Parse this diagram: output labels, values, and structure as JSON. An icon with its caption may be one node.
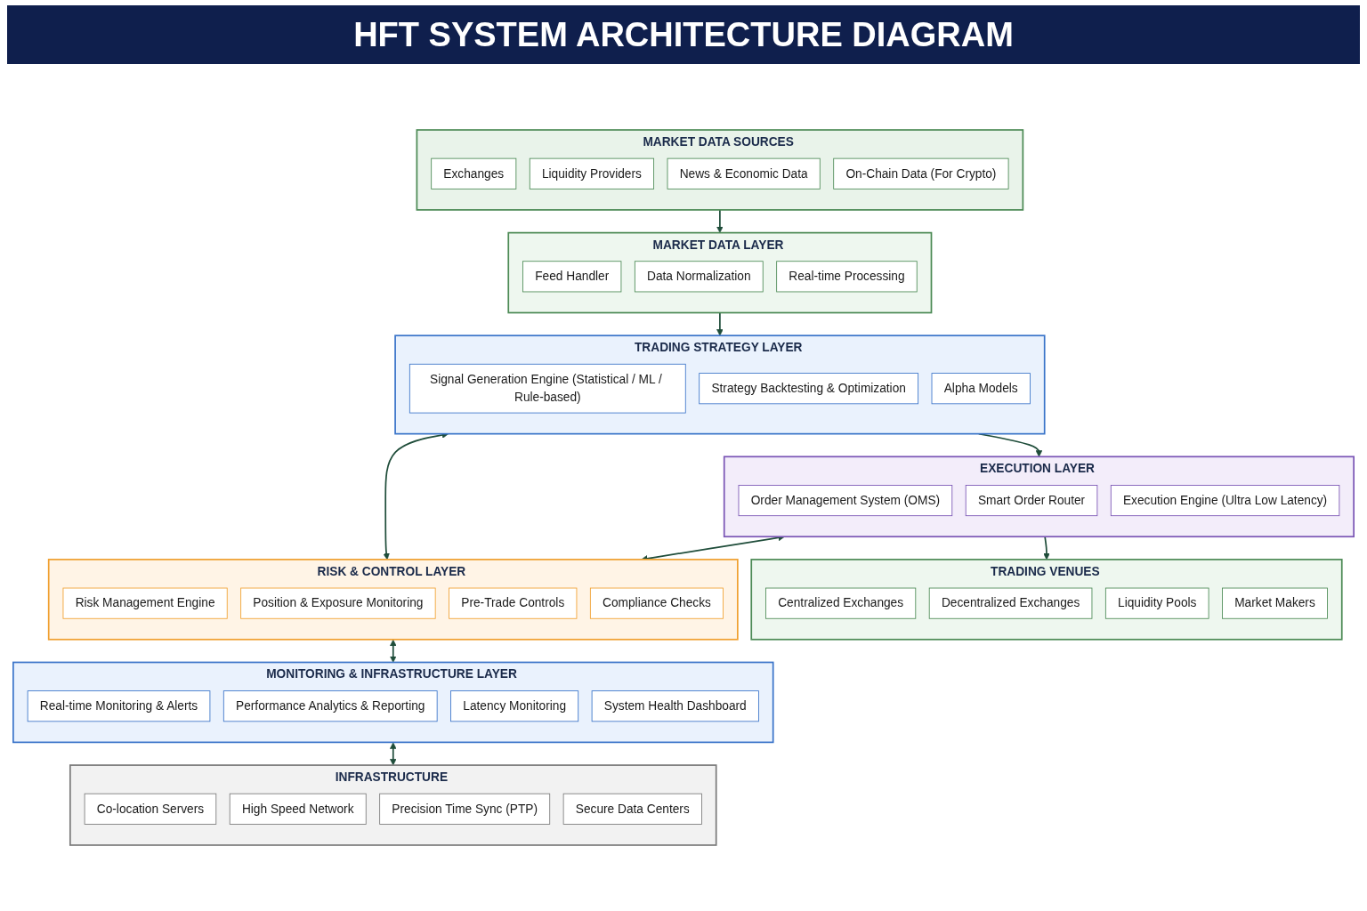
{
  "diagram": {
    "title": "HFT SYSTEM ARCHITECTURE DIAGRAM",
    "nodes": [
      {
        "text": [
          "MARKET DATA SOURCES"
        ]
      },
      {
        "text": [
          "Exchanges"
        ],
        "in": 0
      },
      {
        "text": [
          "Liquidity Providers"
        ],
        "in": 0
      },
      {
        "text": [
          "News & Economic Data"
        ],
        "in": 0
      },
      {
        "text": [
          "On-Chain Data (For Crypto)"
        ],
        "in": 0
      },
      {
        "text": [
          "MARKET DATA LAYER"
        ]
      },
      {
        "text": [
          "Feed Handler"
        ],
        "in": 5
      },
      {
        "text": [
          "Data Normalization"
        ],
        "in": 5
      },
      {
        "text": [
          "Real-time Processing"
        ],
        "in": 5
      },
      {
        "text": [
          "TRADING STRATEGY LAYER"
        ]
      },
      {
        "text": [
          "Signal Generation Engine (Statistical / ML / Rule-based)"
        ],
        "in": 9
      },
      {
        "text": [
          "Strategy Backtesting & Optimization"
        ],
        "in": 9
      },
      {
        "text": [
          "Alpha Models"
        ],
        "in": 9
      },
      {
        "text": [
          "EXECUTION LAYER"
        ]
      },
      {
        "text": [
          "Order Management System (OMS)"
        ],
        "in": 13
      },
      {
        "text": [
          "Smart Order Router"
        ],
        "in": 13
      },
      {
        "text": [
          "Execution Engine (Ultra Low Latency)"
        ],
        "in": 13
      },
      {
        "text": [
          "TRADING VENUES"
        ]
      },
      {
        "text": [
          "Centralized Exchanges"
        ],
        "in": 17
      },
      {
        "text": [
          "Decentralized Exchanges"
        ],
        "in": 17
      },
      {
        "text": [
          "Liquidity Pools"
        ],
        "in": 17
      },
      {
        "text": [
          "Market Makers"
        ],
        "in": 17
      },
      {
        "text": [
          "RISK & CONTROL LAYER"
        ]
      },
      {
        "text": [
          "Risk Management Engine"
        ],
        "in": 22
      },
      {
        "text": [
          "Position & Exposure Monitoring"
        ],
        "in": 22
      },
      {
        "text": [
          "Pre-Trade Controls"
        ],
        "in": 22
      },
      {
        "text": [
          "Compliance Checks"
        ],
        "in": 22
      },
      {
        "text": [
          "MONITORING & INFRASTRUCTURE LAYER"
        ]
      },
      {
        "text": [
          "Real-time Monitoring & Alerts"
        ],
        "in": 27
      },
      {
        "text": [
          "Performance Analytics & Reporting"
        ],
        "in": 27
      },
      {
        "text": [
          "Latency Monitoring"
        ],
        "in": 27
      },
      {
        "text": [
          "System Health Dashboard"
        ],
        "in": 27
      },
      {
        "text": [
          "INFRASTRUCTURE"
        ]
      },
      {
        "text": [
          "Co-location Servers"
        ],
        "in": 32
      },
      {
        "text": [
          "High Speed Network"
        ],
        "in": 32
      },
      {
        "text": [
          "Precision Time Sync (PTP)"
        ],
        "in": 32
      },
      {
        "text": [
          "Secure Data Centers"
        ],
        "in": 32
      }
    ],
    "edges": [
      {
        "from": 0,
        "to": 5,
        "arrow": "to"
      },
      {
        "from": 5,
        "to": 9,
        "arrow": "to"
      },
      {
        "from": 9,
        "to": 13,
        "arrow": "to"
      },
      {
        "from": 13,
        "to": 17,
        "arrow": "to"
      },
      {
        "from": 9,
        "to": 22,
        "arrow": "both"
      },
      {
        "from": 13,
        "to": 22,
        "arrow": "both"
      },
      {
        "from": 22,
        "to": 27,
        "arrow": "both"
      },
      {
        "from": 27,
        "to": 32,
        "arrow": "both"
      }
    ]
  }
}
